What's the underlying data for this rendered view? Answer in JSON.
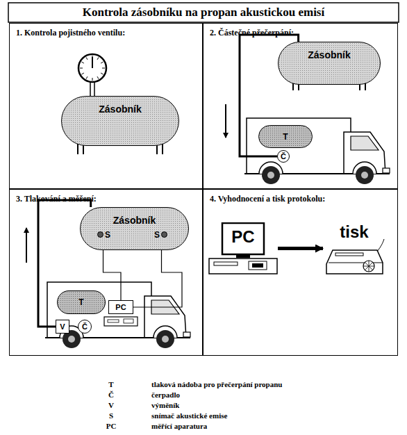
{
  "diagram": {
    "title": "Kontrola zásobníku na propan akustickou emisí",
    "nodes": [
      {
        "text": [
          "1. Kontrola pojistného ventilu:"
        ]
      },
      {
        "text": [
          "Zásobník"
        ],
        "in": 0
      },
      {
        "text": [
          "2. Částečné přečerpání:"
        ]
      },
      {
        "text": [
          "Zásobník"
        ],
        "in": 2
      },
      {
        "text": [
          "T"
        ],
        "in": 2
      },
      {
        "text": [
          "Č"
        ],
        "in": 2
      },
      {
        "text": [
          "3. Tlakování a měření:"
        ]
      },
      {
        "text": [
          "Zásobník"
        ],
        "in": 6
      },
      {
        "text": [
          "S"
        ],
        "in": 7
      },
      {
        "text": [
          "S"
        ],
        "in": 7
      },
      {
        "text": [
          "T"
        ],
        "in": 6
      },
      {
        "text": [
          "V"
        ],
        "in": 6
      },
      {
        "text": [
          "Č"
        ],
        "in": 6
      },
      {
        "text": [
          "PC"
        ],
        "in": 6
      },
      {
        "text": [
          "4. Vyhodnocení a tisk protokolu:"
        ]
      },
      {
        "text": [
          "PC"
        ],
        "in": 14
      },
      {
        "text": [
          "tisk"
        ],
        "in": 14
      }
    ],
    "edges": [
      {
        "from": 3,
        "to": 5,
        "arrow": "none"
      },
      {
        "from": 11,
        "to": 7,
        "arrow": "none"
      },
      {
        "from": 8,
        "to": 13,
        "arrow": "none"
      },
      {
        "from": 9,
        "to": 13,
        "arrow": "none"
      },
      {
        "from": 15,
        "to": 16,
        "arrow": "to"
      }
    ],
    "labels": [
      "T",
      "Č",
      "V",
      "S",
      "PC"
    ],
    "legend": [
      {
        "text": "tlaková nádoba pro přečerpání propanu"
      },
      {
        "text": "čerpadlo"
      },
      {
        "text": "výměník"
      },
      {
        "text": "snímač akustické emise"
      },
      {
        "text": "měřící aparatura"
      }
    ]
  }
}
